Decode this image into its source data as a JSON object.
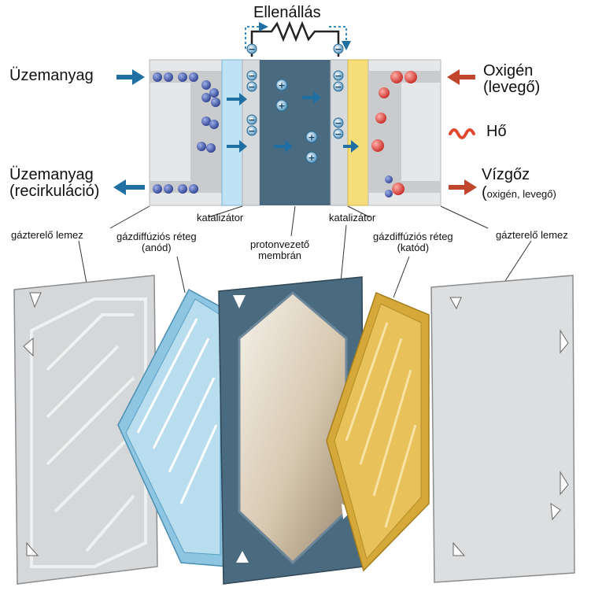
{
  "diagram": {
    "top_labels": {
      "resistance": "Ellenállás",
      "fuel_in": "Üzemanyag",
      "fuel_recirc_line1": "Üzemanyag",
      "fuel_recirc_line2": "(recirkuláció)",
      "oxygen_line1": "Oxigén",
      "oxygen_line2": "(levegő)",
      "heat": "Hő",
      "vapor_line1": "Vízgőz",
      "vapor_line2_paren_open": "(",
      "vapor_line2": "oxigén, levegő)"
    },
    "layer_labels": {
      "catalyst_left": "katalizátor",
      "catalyst_right": "katalizátor",
      "flow_plate_left": "gázterelő lemez",
      "gdl_anode_line1": "gázdiffúziós réteg",
      "gdl_anode_line2": "(anód)",
      "membrane_line1": "protonvezető",
      "membrane_line2": "membrán",
      "gdl_cathode_line1": "gázdiffúziós réteg",
      "gdl_cathode_line2": "(katód)",
      "flow_plate_right": "gázterelő lemez"
    },
    "ion_symbols": {
      "electron": "−",
      "proton": "+"
    },
    "colors": {
      "arrow_blue": "#1f6fa3",
      "arrow_red": "#c0452a",
      "membrane": "#4a6a7f",
      "gdl_anode": "#a9d4ea",
      "gdl_cathode": "#e4b94c",
      "plate": "#d5d7d9",
      "fuel_molecule": "#3b4fa0",
      "oxygen_molecule": "#d9443d"
    }
  }
}
